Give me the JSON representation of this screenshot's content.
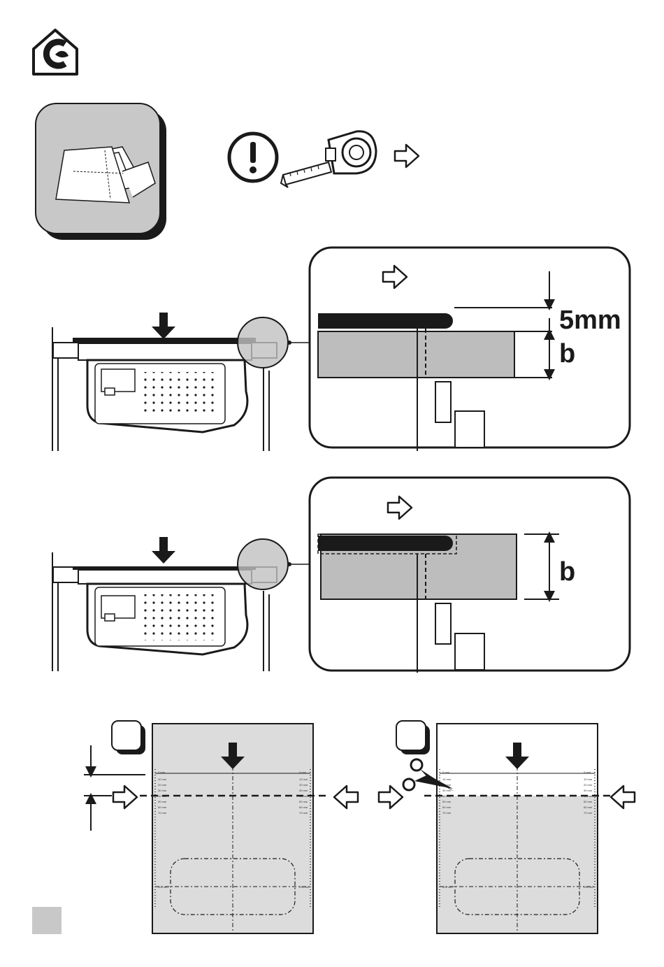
{
  "diagram": {
    "labels": {
      "gap": "5mm",
      "thickness_top": "b",
      "thickness_bottom": "b"
    },
    "template": {
      "tick_labels_left": [
        "0 mm",
        "10 mm",
        "20 mm",
        "30 mm",
        "40 mm",
        "50 mm",
        "60 mm",
        "70 mm"
      ],
      "tick_labels_right": [
        "0 mm",
        "10 mm",
        "20 mm",
        "30 mm",
        "40 mm",
        "50 mm",
        "60 mm",
        "70 mm"
      ],
      "bottom_label": "200 mm"
    },
    "colors": {
      "panel_grey": "#c8c8c8",
      "worktop_grey": "#bdbdbd",
      "template_grey": "#dcdcdc",
      "ink": "#1a1a1a"
    },
    "icons": [
      "eco-house-icon",
      "paper-template-icon",
      "warning-icon",
      "tape-measure-icon",
      "arrow-right-icon",
      "arrow-down-icon",
      "scissors-icon"
    ]
  }
}
